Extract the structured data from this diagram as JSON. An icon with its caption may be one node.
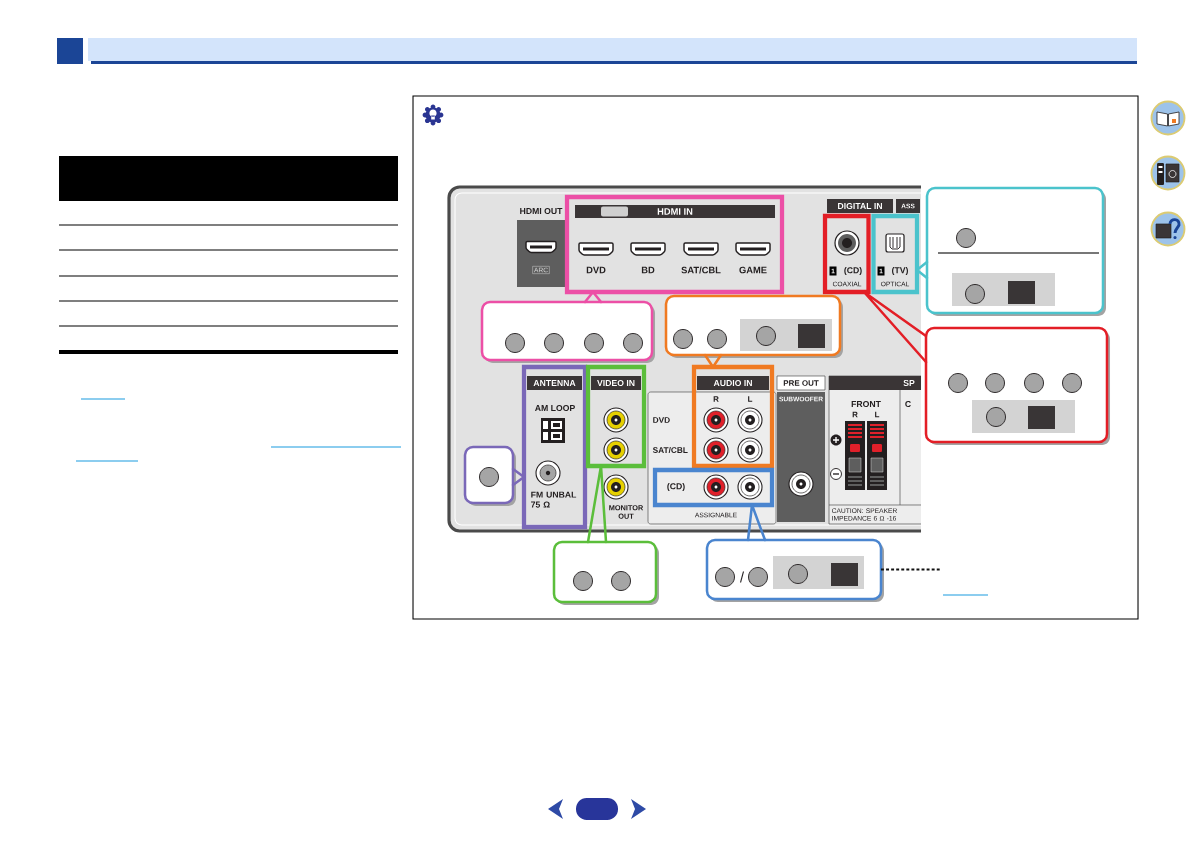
{
  "diagram": {
    "nodes": [
      {
        "text": [
          "HDMI IN",
          "DVD",
          "BD",
          "SAT/CBL",
          "GAME"
        ]
      },
      {
        "text": [
          "1",
          "(CD)",
          "COAXIAL"
        ]
      },
      {
        "text": [
          "1",
          "(TV)",
          "OPTICAL"
        ]
      },
      {
        "text": [],
        "shape": "box"
      },
      {
        "text": [],
        "shape": "box"
      },
      {
        "text": [],
        "shape": "box"
      },
      {
        "text": [],
        "shape": "box"
      },
      {
        "text": [
          "ANTENNA",
          "AM LOOP",
          "FM UNBAL 75 Ω"
        ]
      },
      {
        "text": [
          "VIDEO IN"
        ]
      },
      {
        "text": [
          "AUDIO IN",
          "R",
          "L"
        ]
      },
      {
        "text": [],
        "shape": "box"
      },
      {
        "text": [
          "(CD)"
        ]
      },
      {
        "text": [],
        "shape": "box"
      },
      {
        "text": [
          "/"
        ]
      }
    ],
    "edges": [
      {
        "from": 4,
        "to": 0,
        "arrow": "none",
        "color": "#ec4fa6"
      },
      {
        "from": 3,
        "to": 2,
        "arrow": "none",
        "color": "#4bc3cc"
      },
      {
        "from": 6,
        "to": 1,
        "arrow": "none",
        "color": "#e31e26"
      },
      {
        "from": 5,
        "to": 9,
        "arrow": "none",
        "color": "#f07a22"
      },
      {
        "from": 10,
        "to": 7,
        "arrow": "none",
        "color": "#7a68b8"
      },
      {
        "from": 12,
        "to": 8,
        "arrow": "none",
        "color": "#5bbe3b"
      },
      {
        "from": 13,
        "to": 11,
        "arrow": "none",
        "color": "#4a85cf"
      },
      {
        "from": 13,
        "to": null,
        "arrow": "none",
        "style": "dashed",
        "color": "#111111"
      }
    ],
    "labels": [
      "HDMI OUT",
      "DIGITAL IN",
      "ASS",
      "ARC",
      "PRE OUT",
      "SP",
      "SUBWOOFER",
      "FRONT",
      "C",
      "R",
      "L",
      "DVD",
      "SAT/CBL",
      "MONITOR OUT",
      "ASSIGNABLE",
      "CAUTION: SPEAKER IMPEDANCE 6 Ω -16"
    ]
  }
}
